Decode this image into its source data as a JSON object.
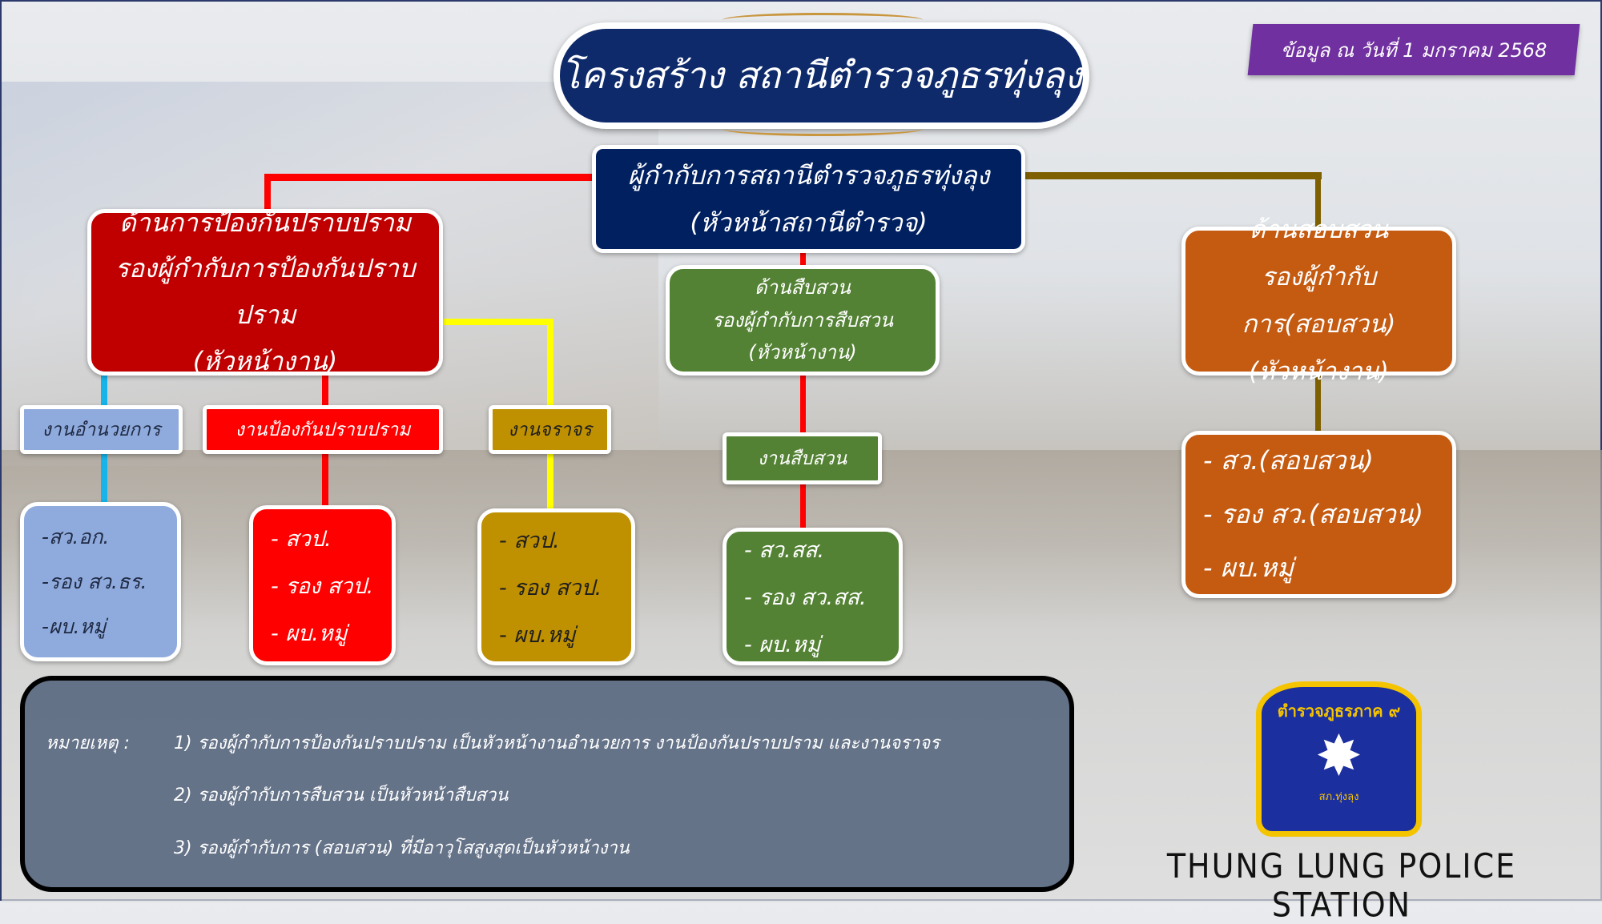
{
  "title": "โครงสร้าง สถานีตำรวจภูธรทุ่งลุง",
  "date_banner": "ข้อมูล ณ วันที่ 1 มกราคม 2568",
  "chief": {
    "line1": "ผู้กำกับการสถานีตำรวจภูธรทุ่งลุง",
    "line2": "(หัวหน้าสถานีตำรวจ)"
  },
  "prevention": {
    "line1": "ด้านการป้องกันปราบปราม",
    "line2": "รองผู้กำกับการป้องกันปราบปราม",
    "line3": "(หัวหน้างาน)"
  },
  "investigation": {
    "line1": "ด้านสืบสวน",
    "line2": "รองผู้กำกับการสืบสวน",
    "line3": "(หัวหน้างาน)"
  },
  "inquiry": {
    "line1": "ด้านสอบสวน",
    "line2": "รองผู้กำกับการ(สอบสวน)",
    "line3": "(หัวหน้างาน)"
  },
  "units": {
    "admin": {
      "label": "งานอำนวยการ",
      "items": [
        "-สว.อก.",
        "-รอง สว.ธร.",
        "-ผบ.หมู่"
      ]
    },
    "prevent": {
      "label": "งานป้องกันปราบปราม",
      "items": [
        "- สวป.",
        "- รอง สวป.",
        "- ผบ.หมู่"
      ]
    },
    "traffic": {
      "label": "งานจราจร",
      "items": [
        "- สวป.",
        "- รอง สวป.",
        "- ผบ.หมู่"
      ]
    },
    "invest": {
      "label": "งานสืบสวน",
      "items": [
        "- สว.สส.",
        "- รอง สว.สส.",
        "- ผบ.หมู่"
      ]
    },
    "inquiry": {
      "items": [
        "- สว.(สอบสวน)",
        "- รอง สว.(สอบสวน)",
        "- ผบ.หมู่"
      ]
    }
  },
  "notes": {
    "label": "หมายเหตุ :",
    "items": [
      "1) รองผู้กำกับการป้องกันปราบปราม เป็นหัวหน้างานอำนวยการ งานป้องกันปราบปราม และงานจราจร",
      "2) รองผู้กำกับการสืบสวน เป็นหัวหน้าสืบสวน",
      "3) รองผู้กำกับการ (สอบสวน) ที่มีอาวุโสสูงสุดเป็นหัวหน้างาน"
    ]
  },
  "logo": {
    "top_text": "ตำรวจภูธรภาค ๙",
    "bottom_text": "สภ.ทุ่งลุง"
  },
  "footer": "THUNG LUNG POLICE STATION"
}
